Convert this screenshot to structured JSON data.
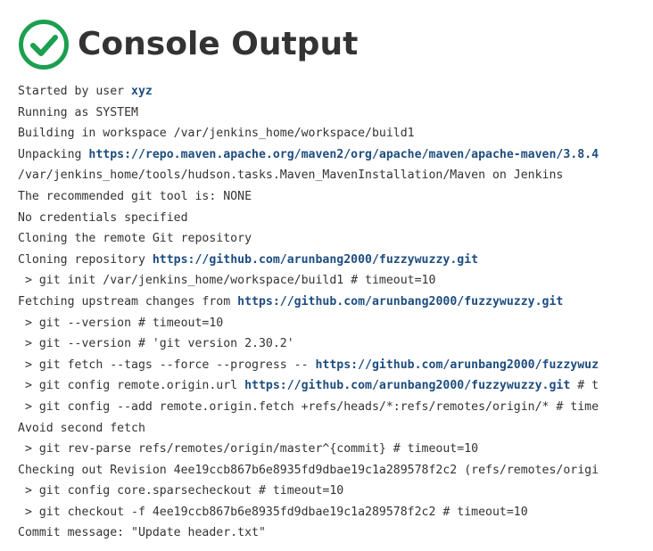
{
  "header": {
    "title": "Console Output",
    "icon": "success-check-icon",
    "icon_color": "#1c9f4f"
  },
  "colors": {
    "text": "#333333",
    "link": "#1e4d7f",
    "background": "#ffffff"
  },
  "console": {
    "lines": [
      {
        "name": "console-line-started-by",
        "segments": [
          {
            "t": "Started by user "
          },
          {
            "t": "xyz",
            "link": true,
            "name": "user-link"
          }
        ]
      },
      {
        "name": "console-line-running-as",
        "segments": [
          {
            "t": "Running as SYSTEM"
          }
        ]
      },
      {
        "name": "console-line-building",
        "segments": [
          {
            "t": "Building in workspace /var/jenkins_home/workspace/build1"
          }
        ]
      },
      {
        "name": "console-line-unpacking",
        "segments": [
          {
            "t": "Unpacking "
          },
          {
            "t": "https://repo.maven.apache.org/maven2/org/apache/maven/apache-maven/3.8.4",
            "link": true,
            "name": "maven-download-link"
          }
        ]
      },
      {
        "name": "console-line-maven-path",
        "segments": [
          {
            "t": "/var/jenkins_home/tools/hudson.tasks.Maven_MavenInstallation/Maven on Jenkins"
          }
        ]
      },
      {
        "name": "console-line-git-tool",
        "segments": [
          {
            "t": "The recommended git tool is: NONE"
          }
        ]
      },
      {
        "name": "console-line-no-credentials",
        "segments": [
          {
            "t": "No credentials specified"
          }
        ]
      },
      {
        "name": "console-line-cloning-remote",
        "segments": [
          {
            "t": "Cloning the remote Git repository"
          }
        ]
      },
      {
        "name": "console-line-cloning-repo",
        "segments": [
          {
            "t": "Cloning repository "
          },
          {
            "t": "https://github.com/arunbang2000/fuzzywuzzy.git",
            "link": true,
            "name": "repo-link"
          }
        ]
      },
      {
        "name": "console-line-git-init",
        "segments": [
          {
            "t": " > git init /var/jenkins_home/workspace/build1 # timeout=10"
          }
        ]
      },
      {
        "name": "console-line-fetching-upstream",
        "segments": [
          {
            "t": "Fetching upstream changes from "
          },
          {
            "t": "https://github.com/arunbang2000/fuzzywuzzy.git",
            "link": true,
            "name": "repo-link"
          }
        ]
      },
      {
        "name": "console-line-git-version-1",
        "segments": [
          {
            "t": " > git --version # timeout=10"
          }
        ]
      },
      {
        "name": "console-line-git-version-2",
        "segments": [
          {
            "t": " > git --version # 'git version 2.30.2'"
          }
        ]
      },
      {
        "name": "console-line-git-fetch",
        "segments": [
          {
            "t": " > git fetch --tags --force --progress -- "
          },
          {
            "t": "https://github.com/arunbang2000/fuzzywuz",
            "link": true,
            "name": "repo-link"
          }
        ]
      },
      {
        "name": "console-line-git-config-url",
        "segments": [
          {
            "t": " > git config remote.origin.url "
          },
          {
            "t": "https://github.com/arunbang2000/fuzzywuzzy.git",
            "link": true,
            "name": "repo-link"
          },
          {
            "t": " # t"
          }
        ]
      },
      {
        "name": "console-line-git-config-fetch",
        "segments": [
          {
            "t": " > git config --add remote.origin.fetch +refs/heads/*:refs/remotes/origin/* # time"
          }
        ]
      },
      {
        "name": "console-line-avoid-second-fetch",
        "segments": [
          {
            "t": "Avoid second fetch"
          }
        ]
      },
      {
        "name": "console-line-rev-parse",
        "segments": [
          {
            "t": " > git rev-parse refs/remotes/origin/master^{commit} # timeout=10"
          }
        ]
      },
      {
        "name": "console-line-checking-out",
        "segments": [
          {
            "t": "Checking out Revision 4ee19ccb867b6e8935fd9dbae19c1a289578f2c2 (refs/remotes/origi"
          }
        ]
      },
      {
        "name": "console-line-sparse-checkout",
        "segments": [
          {
            "t": " > git config core.sparsecheckout # timeout=10"
          }
        ]
      },
      {
        "name": "console-line-git-checkout",
        "segments": [
          {
            "t": " > git checkout -f 4ee19ccb867b6e8935fd9dbae19c1a289578f2c2 # timeout=10"
          }
        ]
      },
      {
        "name": "console-line-commit-message",
        "segments": [
          {
            "t": "Commit message: \"Update header.txt\""
          }
        ]
      }
    ]
  }
}
